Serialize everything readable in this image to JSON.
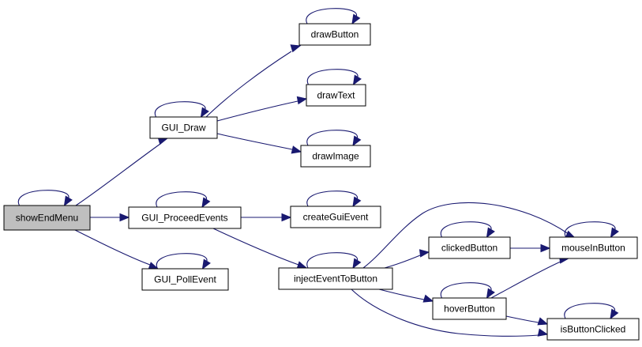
{
  "diagram": {
    "type": "call-graph",
    "colors": {
      "edge": "#191970",
      "node_border": "#000000",
      "node_fill": "#ffffff",
      "root_fill": "#bfbfbf"
    },
    "nodes": [
      {
        "id": "showEndMenu",
        "label": "showEndMenu",
        "root": true
      },
      {
        "id": "GUI_Draw",
        "label": "GUI_Draw"
      },
      {
        "id": "GUI_ProceedEvents",
        "label": "GUI_ProceedEvents"
      },
      {
        "id": "GUI_PollEvent",
        "label": "GUI_PollEvent"
      },
      {
        "id": "drawButton",
        "label": "drawButton"
      },
      {
        "id": "drawText",
        "label": "drawText"
      },
      {
        "id": "drawImage",
        "label": "drawImage"
      },
      {
        "id": "createGuiEvent",
        "label": "createGuiEvent"
      },
      {
        "id": "injectEventToButton",
        "label": "injectEventToButton"
      },
      {
        "id": "clickedButton",
        "label": "clickedButton"
      },
      {
        "id": "hoverButton",
        "label": "hoverButton"
      },
      {
        "id": "mouseInButton",
        "label": "mouseInButton"
      },
      {
        "id": "isButtonClicked",
        "label": "isButtonClicked"
      }
    ],
    "edges": [
      {
        "from": "showEndMenu",
        "to": "showEndMenu"
      },
      {
        "from": "showEndMenu",
        "to": "GUI_Draw"
      },
      {
        "from": "showEndMenu",
        "to": "GUI_ProceedEvents"
      },
      {
        "from": "showEndMenu",
        "to": "GUI_PollEvent"
      },
      {
        "from": "GUI_Draw",
        "to": "GUI_Draw"
      },
      {
        "from": "GUI_Draw",
        "to": "drawButton"
      },
      {
        "from": "GUI_Draw",
        "to": "drawText"
      },
      {
        "from": "GUI_Draw",
        "to": "drawImage"
      },
      {
        "from": "GUI_ProceedEvents",
        "to": "GUI_ProceedEvents"
      },
      {
        "from": "GUI_ProceedEvents",
        "to": "createGuiEvent"
      },
      {
        "from": "GUI_ProceedEvents",
        "to": "injectEventToButton"
      },
      {
        "from": "GUI_PollEvent",
        "to": "GUI_PollEvent"
      },
      {
        "from": "drawButton",
        "to": "drawButton"
      },
      {
        "from": "drawText",
        "to": "drawText"
      },
      {
        "from": "drawImage",
        "to": "drawImage"
      },
      {
        "from": "createGuiEvent",
        "to": "createGuiEvent"
      },
      {
        "from": "injectEventToButton",
        "to": "injectEventToButton"
      },
      {
        "from": "injectEventToButton",
        "to": "mouseInButton"
      },
      {
        "from": "injectEventToButton",
        "to": "clickedButton"
      },
      {
        "from": "injectEventToButton",
        "to": "hoverButton"
      },
      {
        "from": "injectEventToButton",
        "to": "isButtonClicked"
      },
      {
        "from": "clickedButton",
        "to": "clickedButton"
      },
      {
        "from": "clickedButton",
        "to": "mouseInButton"
      },
      {
        "from": "hoverButton",
        "to": "hoverButton"
      },
      {
        "from": "hoverButton",
        "to": "mouseInButton"
      },
      {
        "from": "hoverButton",
        "to": "isButtonClicked"
      },
      {
        "from": "mouseInButton",
        "to": "mouseInButton"
      },
      {
        "from": "isButtonClicked",
        "to": "isButtonClicked"
      }
    ]
  }
}
